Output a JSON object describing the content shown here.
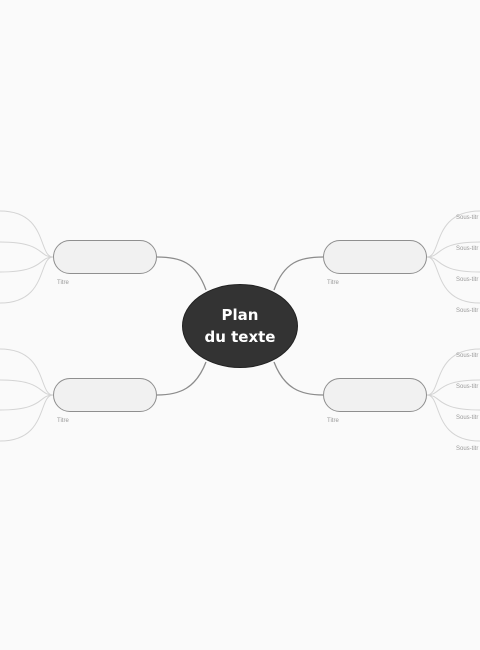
{
  "center": {
    "line1": "Plan",
    "line2": "du texte"
  },
  "branches": [
    {
      "label": "Titre",
      "leaves": []
    },
    {
      "label": "Titre",
      "leaves": []
    },
    {
      "label": "Titre",
      "leaves": [
        "Sous-titr",
        "Sous-titr",
        "Sous-titr",
        "Sous-titr"
      ]
    },
    {
      "label": "Titre",
      "leaves": [
        "Sous-titr",
        "Sous-titr",
        "Sous-titr",
        "Sous-titr"
      ]
    }
  ],
  "colors": {
    "background": "#fafafa",
    "center_fill": "#333333",
    "center_text": "#ffffff",
    "branch_fill": "#f1f1f1",
    "branch_border": "#8f8f8f",
    "connector": "#8c8c8c",
    "leaf_connector": "#d4d4d4",
    "label_text": "#9a9a9a"
  }
}
